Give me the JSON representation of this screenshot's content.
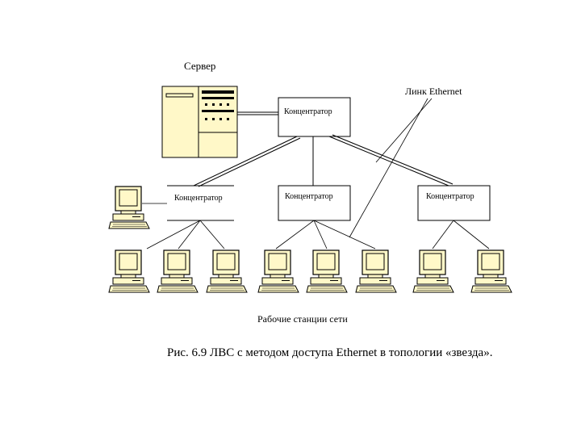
{
  "labels": {
    "server": "Сервер",
    "ethernet_link": "Линк Ethernet",
    "workstations": "Рабочие станции сети",
    "caption": "Рис. 6.9 ЛВС с методом доступа Ethernet в топологии «звезда»."
  },
  "hubs": {
    "top": "Концентратор",
    "left": "Концентратор",
    "middle": "Концентратор",
    "right": "Концентратор"
  },
  "colors": {
    "server_fill": "#fff8c8",
    "monitor_fill": "#fff8c8",
    "line": "#000000"
  }
}
